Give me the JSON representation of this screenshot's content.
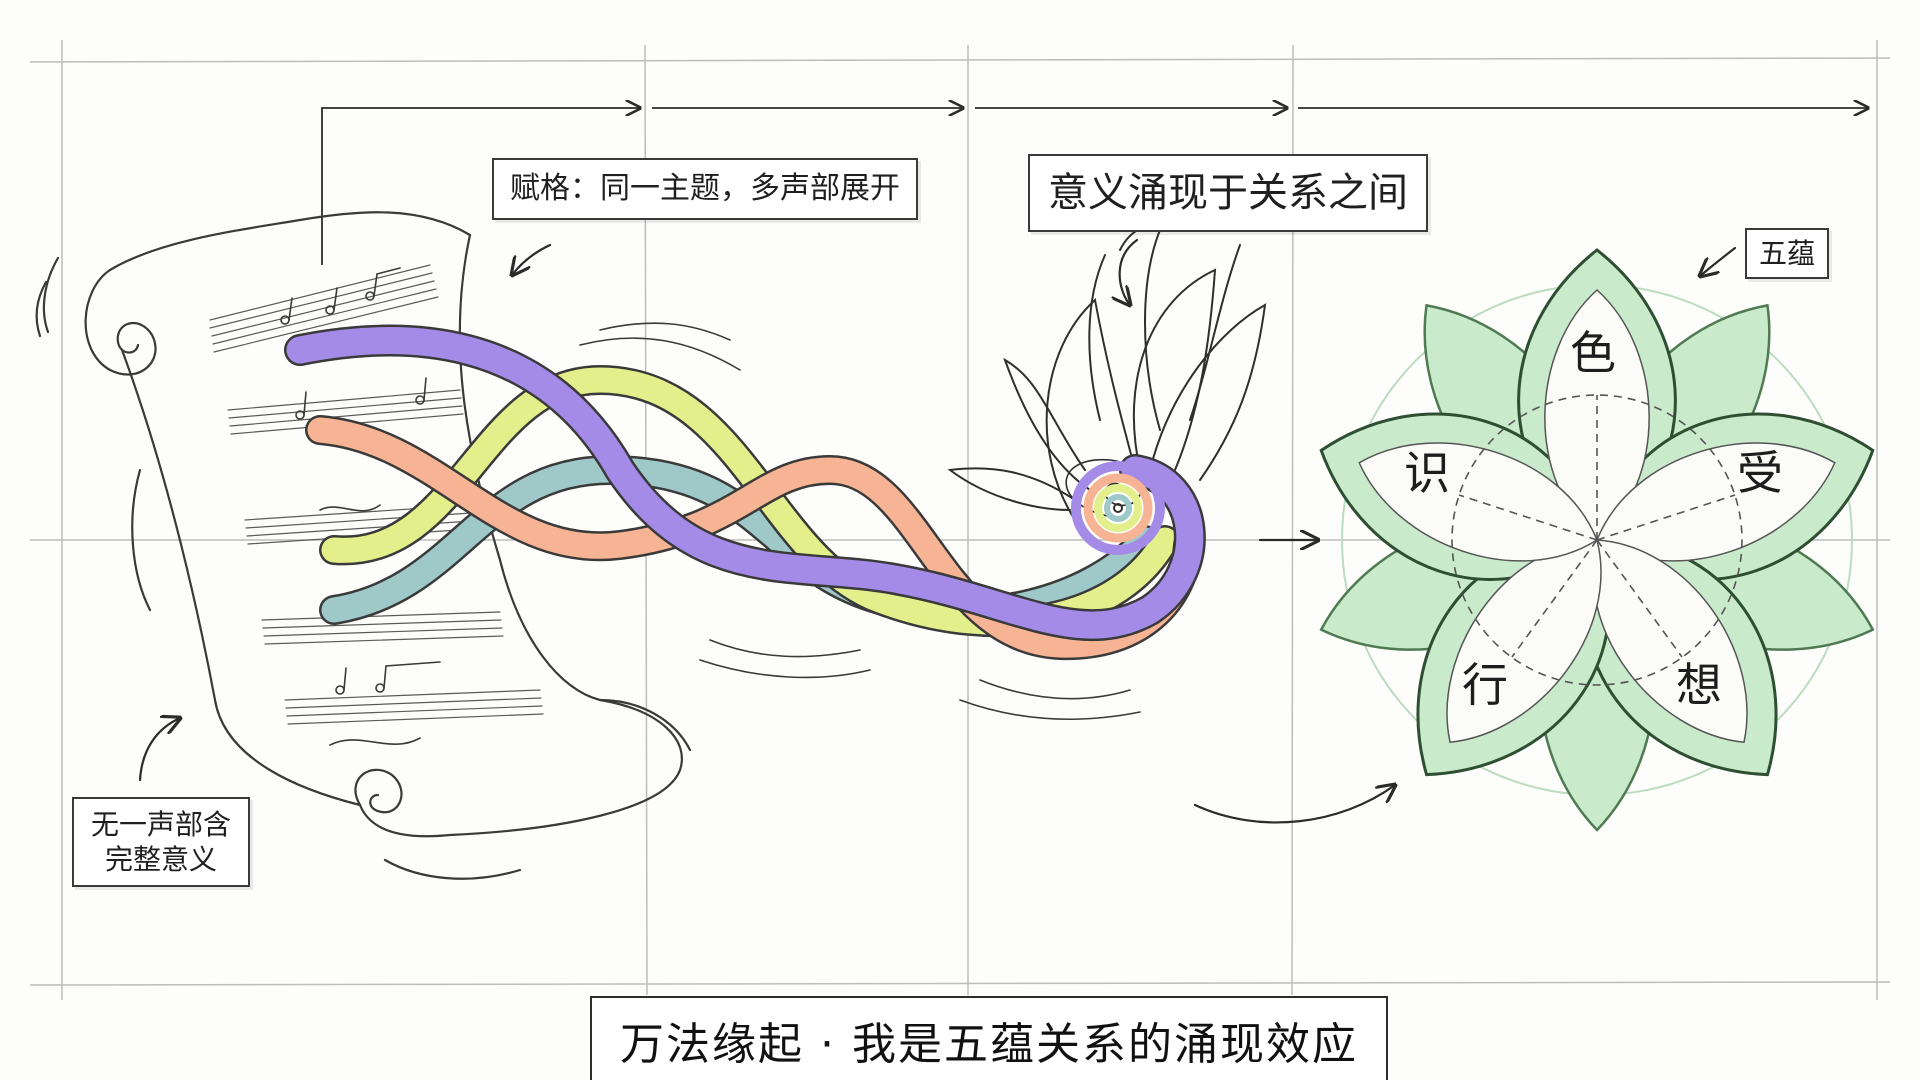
{
  "labels": {
    "fugue": "赋格：同一主题，多声部展开",
    "emergence": "意义涌现于关系之间",
    "skandhas": "五蕴",
    "no_voice_line1": "无一声部含",
    "no_voice_line2": "完整意义"
  },
  "petals": {
    "se": "色",
    "shou": "受",
    "xiang": "想",
    "xing": "行",
    "shi": "识"
  },
  "caption": "万法缘起 · 我是五蕴关系的涌现效应",
  "colors": {
    "ink": "#2b2b2b",
    "purple": "#a58be8",
    "lime": "#e3ef8a",
    "salmon": "#f7b494",
    "teal": "#9fc9c9",
    "petal_fill": "#c9ebcb",
    "petal_stroke": "#4f7a52",
    "grid": "#bdbdbd"
  }
}
